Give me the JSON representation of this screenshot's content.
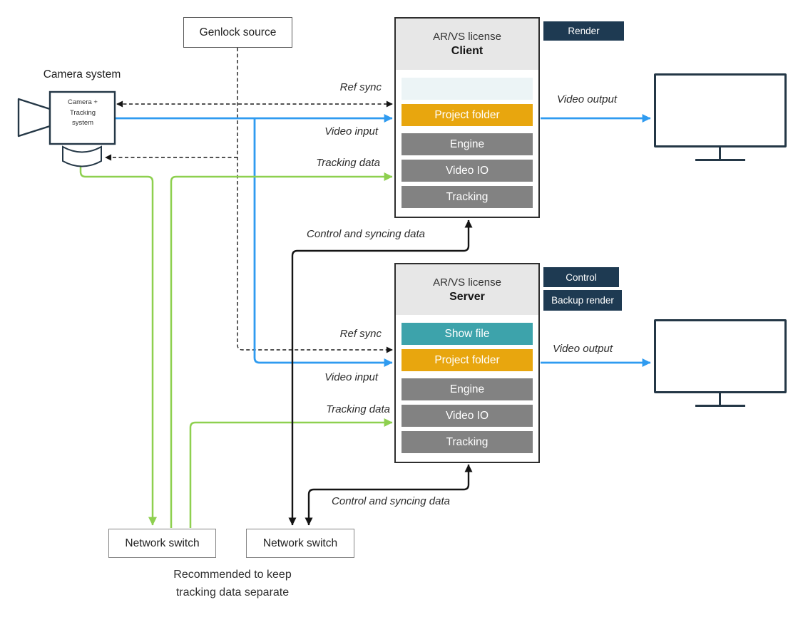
{
  "camera": {
    "title": "Camera system",
    "device_label": "Camera +\nTracking\nsystem"
  },
  "genlock": {
    "label": "Genlock source"
  },
  "client_unit": {
    "license_label": "AR/VS license",
    "role": "Client",
    "rows": [
      {
        "label": "",
        "style": "placeholder"
      },
      {
        "label": "Project folder",
        "style": "orange"
      },
      {
        "label": "Engine",
        "style": "gray"
      },
      {
        "label": "Video IO",
        "style": "gray"
      },
      {
        "label": "Tracking",
        "style": "gray"
      }
    ],
    "badges": [
      "Render"
    ]
  },
  "server_unit": {
    "license_label": "AR/VS license",
    "role": "Server",
    "rows": [
      {
        "label": "Show file",
        "style": "teal"
      },
      {
        "label": "Project folder",
        "style": "orange"
      },
      {
        "label": "Engine",
        "style": "gray"
      },
      {
        "label": "Video IO",
        "style": "gray"
      },
      {
        "label": "Tracking",
        "style": "gray"
      }
    ],
    "badges": [
      "Control",
      "Backup render"
    ]
  },
  "switches": {
    "tracking_switch": "Network switch",
    "control_switch": "Network switch"
  },
  "note": "Recommended to keep\ntracking data separate",
  "edges": {
    "ref_sync_client": "Ref sync",
    "video_input_client": "Video input",
    "tracking_data_client": "Tracking data",
    "control_sync_client": "Control and syncing data",
    "video_output_client": "Video output",
    "ref_sync_server": "Ref sync",
    "video_input_server": "Video input",
    "tracking_data_server": "Tracking data",
    "control_sync_server": "Control and syncing data",
    "video_output_server": "Video output"
  },
  "icons": {
    "camera": "camera-icon",
    "camera_sensor": "camera-sensor-icon",
    "monitor": "monitor-icon"
  },
  "colors": {
    "video_blue": "#2f9bf0",
    "tracking_green": "#8ed04f",
    "control_black": "#141414",
    "device_navy": "#243746",
    "badge_navy": "#1e3a52",
    "project_orange": "#e8a60e",
    "showfile_teal": "#3da3ab",
    "module_gray": "#828282",
    "header_gray": "#e7e7e7",
    "placeholder_pale": "#ecf4f6"
  }
}
